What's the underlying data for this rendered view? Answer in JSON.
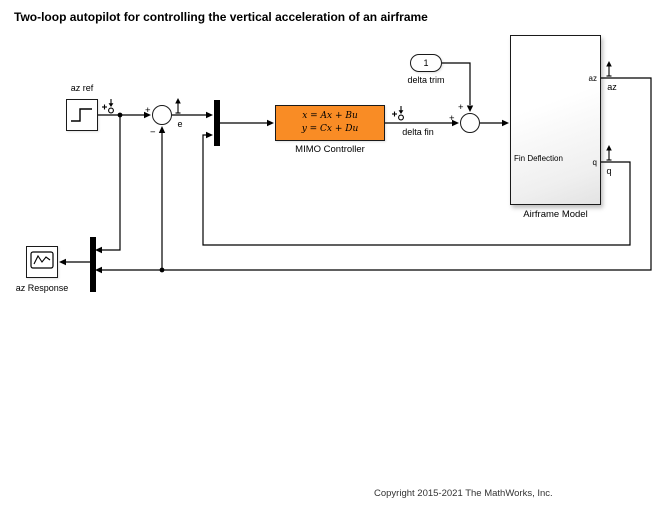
{
  "diagram": {
    "title": "Two-loop autopilot for controlling the vertical acceleration of an airframe",
    "copyright": "Copyright 2015-2021 The MathWorks, Inc."
  },
  "colors": {
    "controller_fill": "#F98C25",
    "wire": "#000000"
  },
  "blocks": {
    "step": {
      "label": "az ref"
    },
    "sum_outer": {
      "sign_left": "+",
      "sign_bottom": "−"
    },
    "controller": {
      "eq_line1": "x = Ax + Bu",
      "eq_line2": "y = Cx + Du",
      "label": "MIMO Controller"
    },
    "constant": {
      "value": "1",
      "label": "delta trim"
    },
    "sum_inner": {
      "sign_left": "+",
      "sign_top": "+"
    },
    "airframe": {
      "label": "Airframe Model",
      "port_input": "Fin Deflection",
      "port_az": "az",
      "port_q": "q"
    },
    "scope": {
      "label": "az Response"
    }
  },
  "signals": {
    "e": "e",
    "delta_fin": "delta fin",
    "az": "az",
    "q": "q"
  }
}
